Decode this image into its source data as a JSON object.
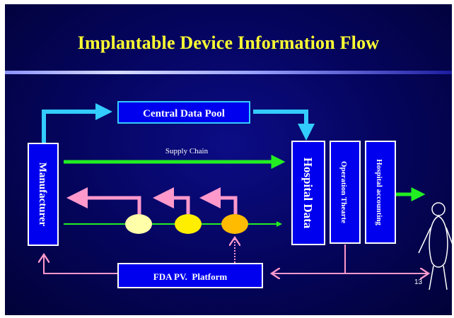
{
  "slide": {
    "title": "Implantable Device Information Flow",
    "page_number": "13"
  },
  "diagram": {
    "manufacturer": "Manufacturer",
    "central_data_pool": "Central Data Pool",
    "supply_chain": "Supply Chain",
    "hospital_data": "Hospital Data",
    "operation_theatre": "Operation Thearte",
    "hospital_accounting": "Hospital accounting",
    "fda_platform": "FDA PV.  Platform"
  },
  "colors": {
    "cyan": "#33ccff",
    "green": "#22ee22",
    "pink": "#ff99cc",
    "blue_box": "#0000ee",
    "title_yellow": "#ffff33"
  }
}
